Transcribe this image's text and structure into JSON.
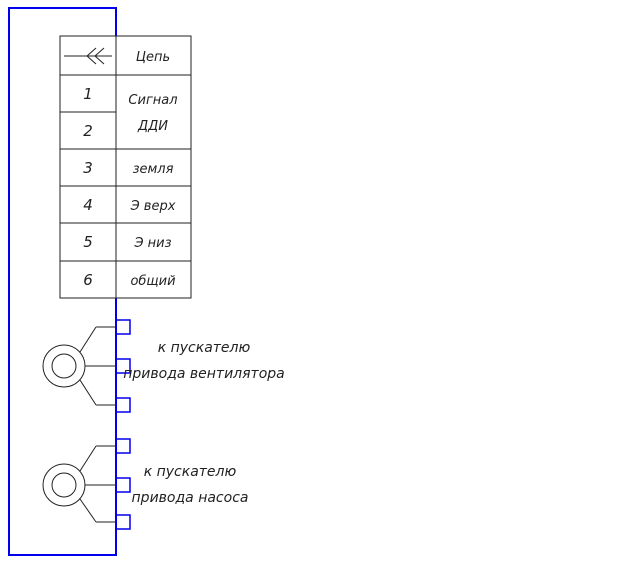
{
  "table": {
    "header_label": "Цепь",
    "rows": [
      {
        "pin": "1",
        "label": ""
      },
      {
        "pin": "2",
        "label": ""
      },
      {
        "pin": "3",
        "label": "земля"
      },
      {
        "pin": "4",
        "label": "Э верх"
      },
      {
        "pin": "5",
        "label": "Э низ"
      },
      {
        "pin": "6",
        "label": "общий"
      }
    ],
    "merged_label_line1": "Сигнал",
    "merged_label_line2": "ДДИ"
  },
  "connectors": [
    {
      "line1": "к пускателю",
      "line2": "привода вентилятора"
    },
    {
      "line1": "к пускателю",
      "line2": "привода насоса"
    }
  ],
  "colors": {
    "frame": "#0000ee",
    "lines": "#222222",
    "background": "#ffffff"
  }
}
